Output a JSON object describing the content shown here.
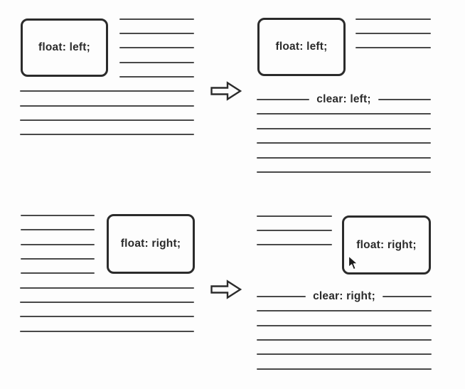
{
  "panels": {
    "top_left": {
      "box_label": "float: left;"
    },
    "top_right": {
      "box_label": "float: left;",
      "clear_label": "clear: left;"
    },
    "bottom_left": {
      "box_label": "float: right;"
    },
    "bottom_right": {
      "box_label": "float: right;",
      "clear_label": "clear: right;"
    }
  },
  "icons": {
    "transform_arrow": "outline-right-arrow",
    "mouse_cursor": "arrow-pointer"
  },
  "colors": {
    "background": "#fdfdfd",
    "line": "#494949",
    "box_border": "#2b2b2b",
    "text": "#2b2b2b"
  }
}
